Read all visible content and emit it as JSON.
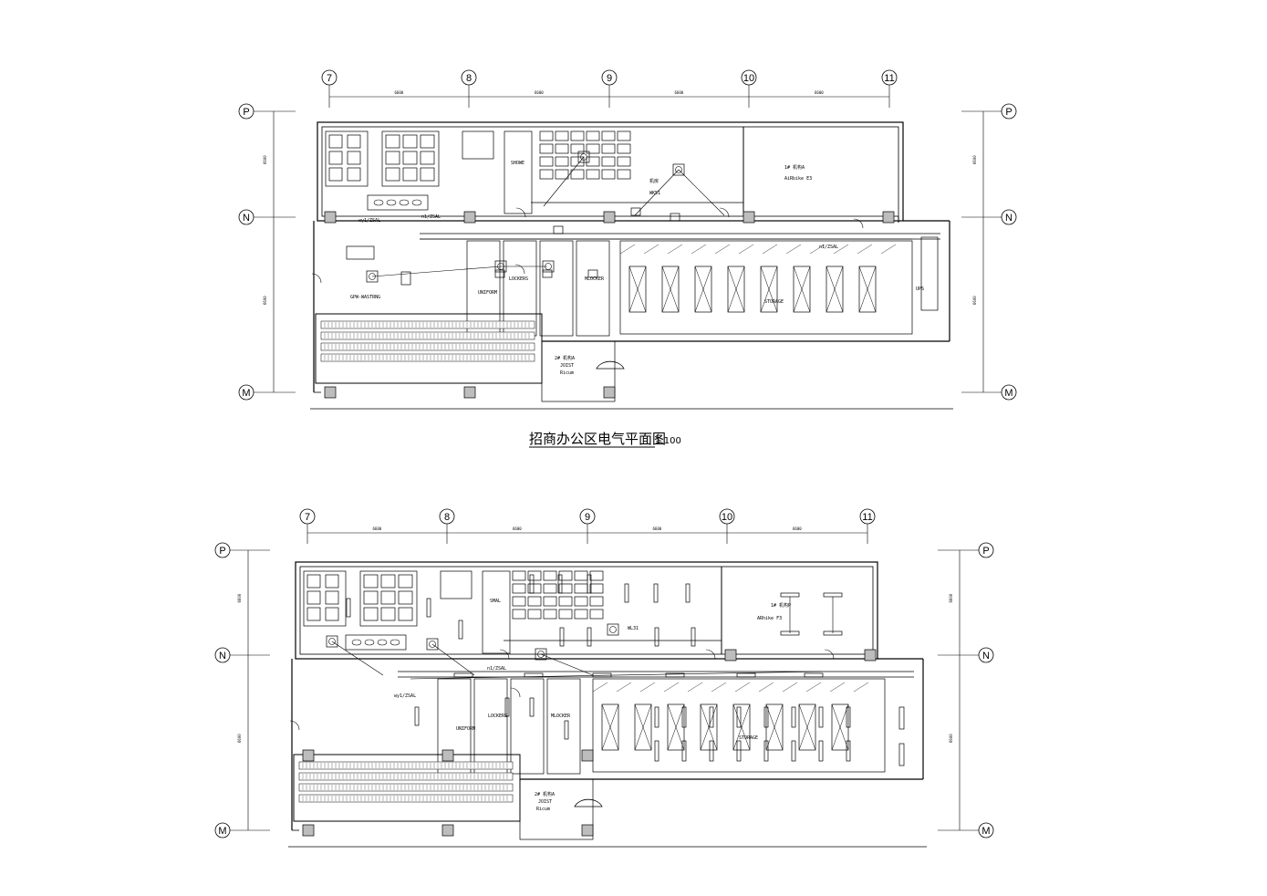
{
  "drawing": {
    "title": "招商办公区电气平面图",
    "scale": "1:100",
    "axes_columns": [
      "7",
      "8",
      "9",
      "10",
      "11"
    ],
    "axes_rows": [
      "P",
      "N",
      "M"
    ],
    "col_dims": [
      "6600",
      "6600",
      "6600",
      "6600"
    ],
    "row_dims": [
      "6600",
      "6600"
    ]
  },
  "plan_top": {
    "labels": [
      {
        "text": "SHOWE",
        "name": "label-showe"
      },
      {
        "text": "1# 机构A",
        "name": "label-room-a"
      },
      {
        "text": "AiRbike E3",
        "name": "label-room-a-sub"
      },
      {
        "text": "机房",
        "name": "label-machine-room"
      },
      {
        "text": "WK51",
        "name": "label-wk51"
      },
      {
        "text": "GPW-WASTRNG",
        "name": "label-gpw"
      },
      {
        "text": "UNIFORM",
        "name": "label-uniform"
      },
      {
        "text": "LOCKERS",
        "name": "label-lockers"
      },
      {
        "text": "MLOCKER",
        "name": "label-mlocker"
      },
      {
        "text": "STORAGE",
        "name": "label-storage"
      },
      {
        "text": "UPS",
        "name": "label-ups"
      },
      {
        "text": "2# 机构A",
        "name": "label-room-b"
      },
      {
        "text": "JOIST",
        "name": "label-joist"
      },
      {
        "text": "Ricum",
        "name": "label-ricum"
      },
      {
        "text": "wy1/ZSAL",
        "name": "label-circuit-1"
      },
      {
        "text": "n1/ZSAL",
        "name": "label-circuit-2"
      },
      {
        "text": "n1/ZSAL",
        "name": "label-circuit-3"
      }
    ]
  },
  "plan_bottom": {
    "labels": [
      {
        "text": "SMAL",
        "name": "label-smal"
      },
      {
        "text": "1# 机构P",
        "name": "label-room-p"
      },
      {
        "text": "ARhike F3",
        "name": "label-room-p-sub"
      },
      {
        "text": "WL31",
        "name": "label-wl31"
      },
      {
        "text": "UNIFORM",
        "name": "label-uniform-b"
      },
      {
        "text": "LOCKERS",
        "name": "label-lockers-b"
      },
      {
        "text": "MLOCKER",
        "name": "label-mlocker-b"
      },
      {
        "text": "STORAGE",
        "name": "label-storage-b"
      },
      {
        "text": "2# 机构A",
        "name": "label-room-b2"
      },
      {
        "text": "JOIST",
        "name": "label-joist-b"
      },
      {
        "text": "Ricum",
        "name": "label-ricum-b"
      },
      {
        "text": "wy1/ZSAL",
        "name": "label-circuit-b1"
      },
      {
        "text": "n1/ZSAL",
        "name": "label-circuit-b2"
      }
    ]
  }
}
